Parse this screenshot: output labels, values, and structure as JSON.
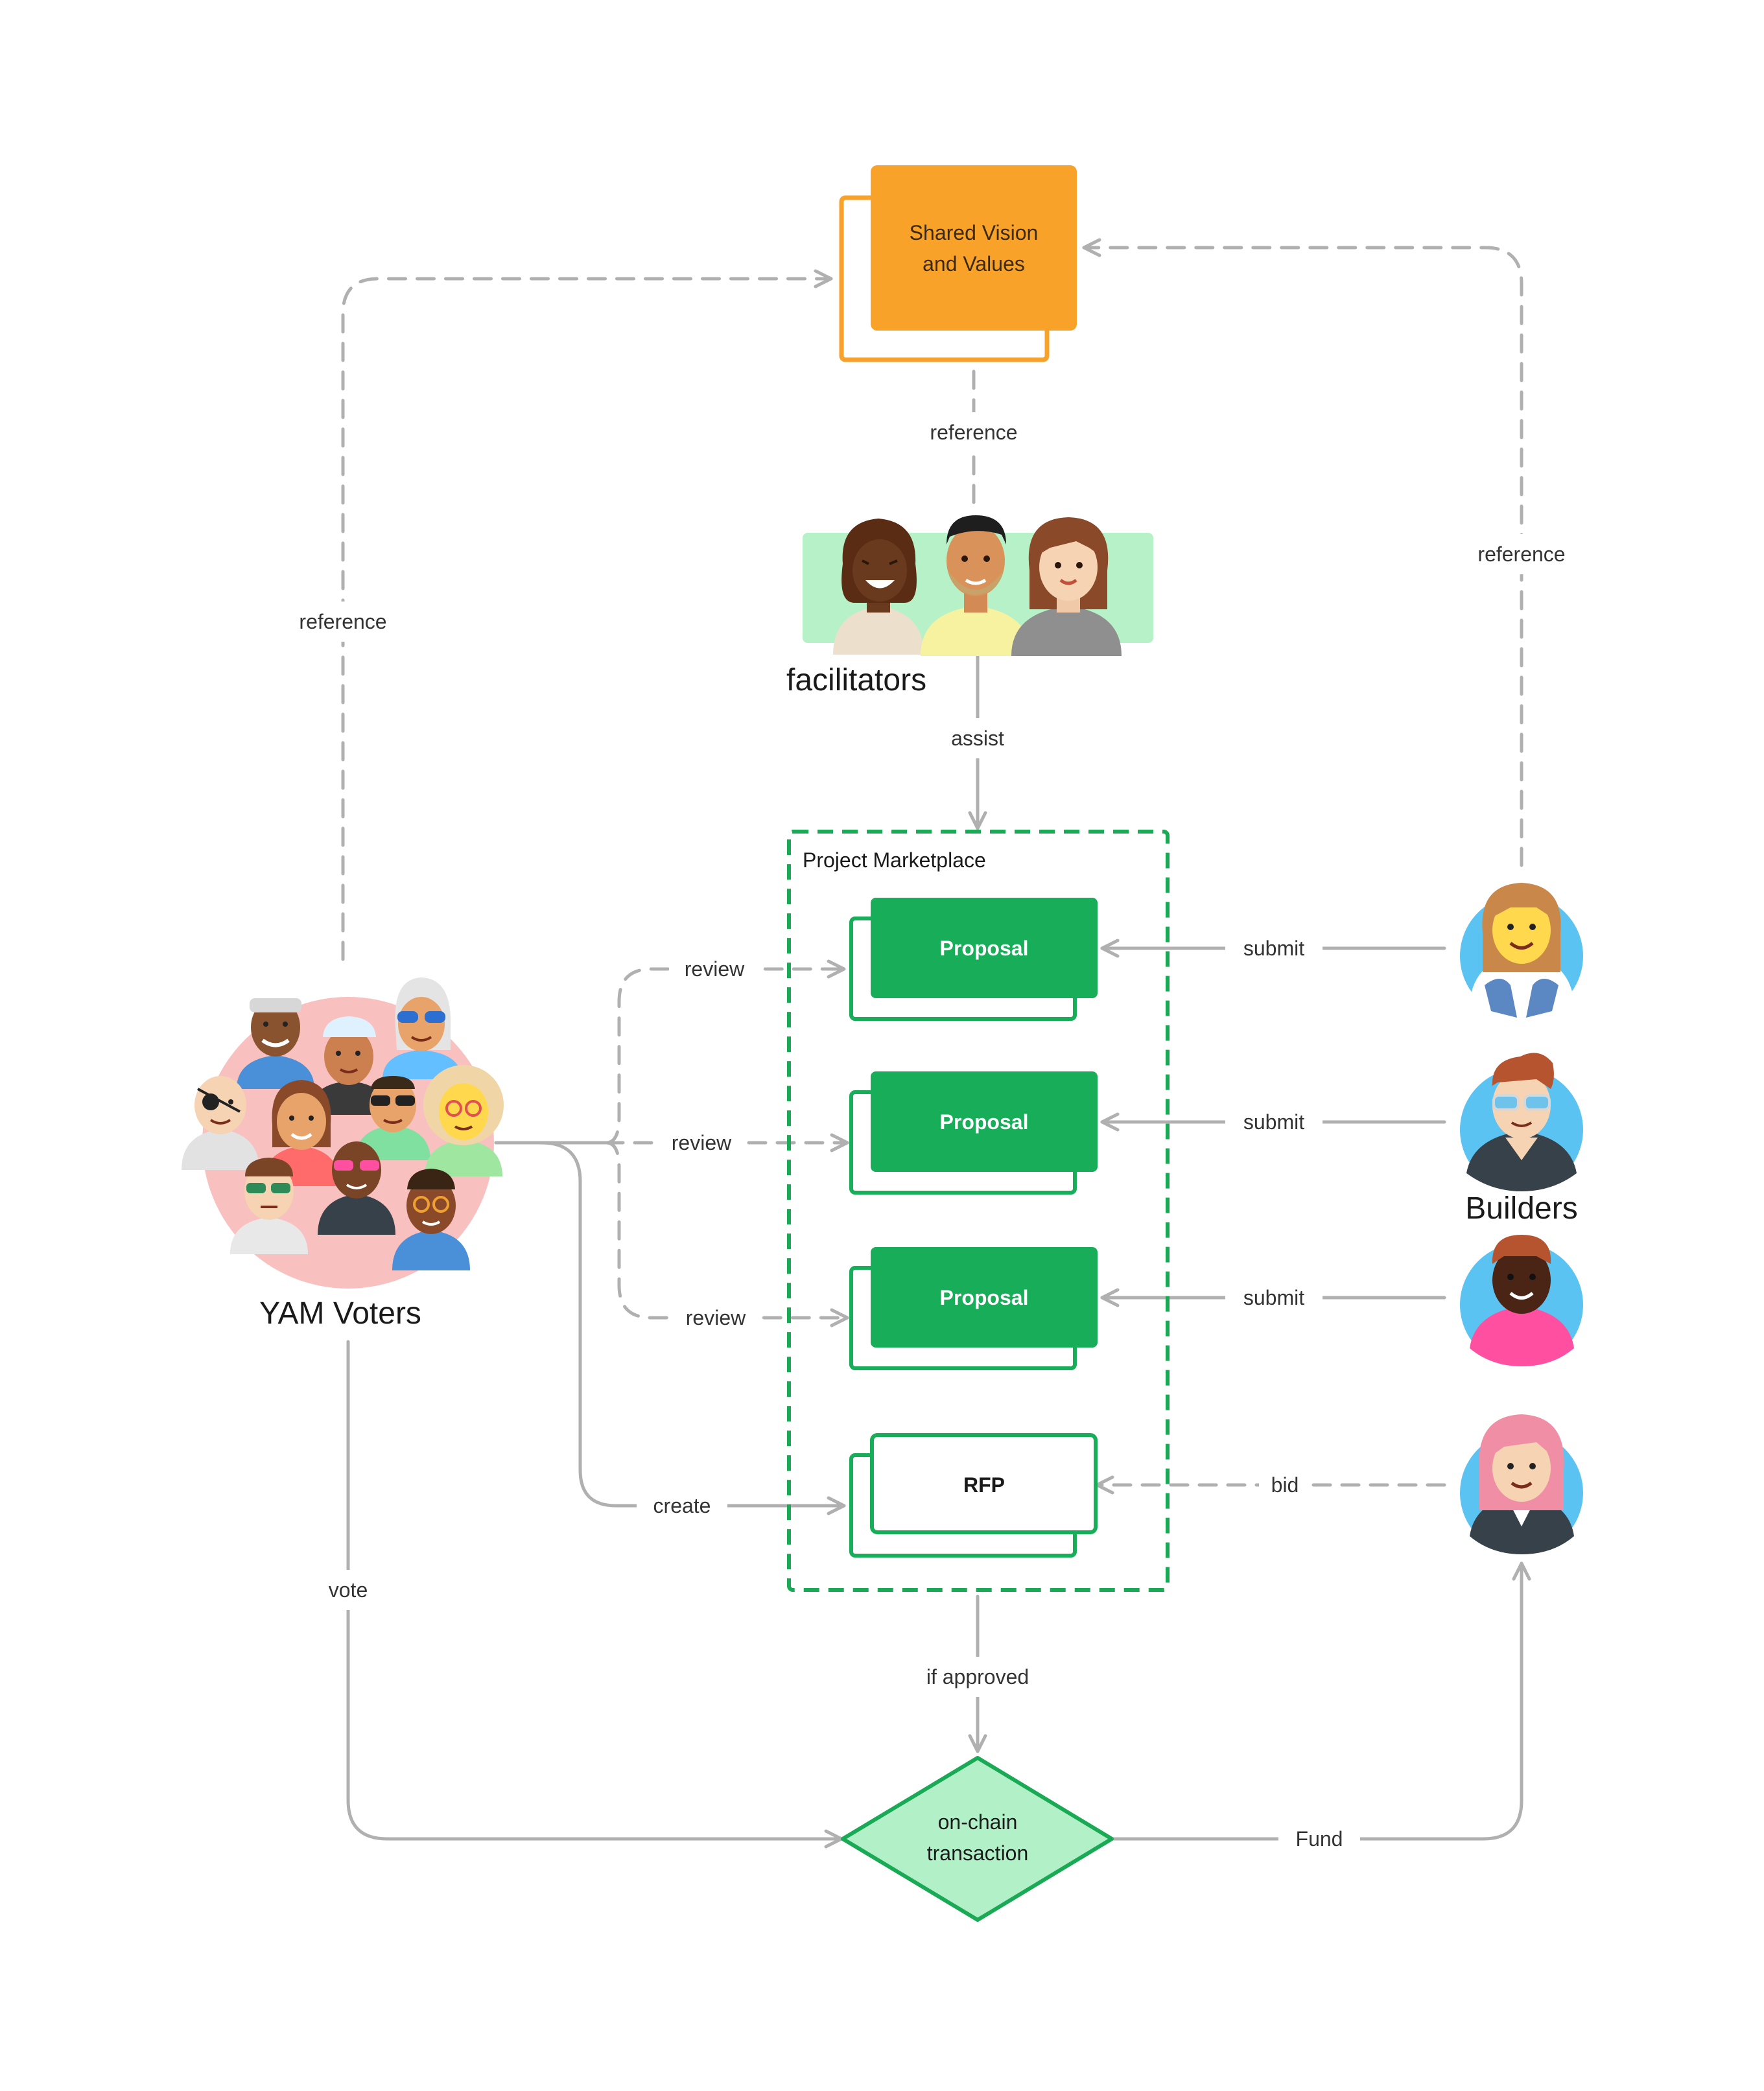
{
  "colors": {
    "connector": "#b0b0b0",
    "label_text": "#333333",
    "vision_fill": "#f8a22a",
    "vision_border": "#f8a22a",
    "marketplace_border": "#1aaa55",
    "proposal_fill": "#18ad58",
    "proposal_text": "#ffffff",
    "rfp_fill": "#ffffff",
    "rfp_border": "#18ad58",
    "diamond_fill": "#b2f0c8",
    "diamond_border": "#1aaa55",
    "facilitators_bg": "#b7f1c8",
    "voters_bg": "#f9c0c0",
    "builder_bg": "#5bc3f2",
    "skin_light": "#f6d3b3",
    "skin_tan": "#e8a36a",
    "skin_dark": "#7a4426"
  },
  "shared_vision": {
    "line1": "Shared Vision",
    "line2": "and Values"
  },
  "facilitators": {
    "label": "facilitators",
    "icon": "facilitators-group-icon"
  },
  "marketplace": {
    "title": "Project Marketplace",
    "proposals": [
      {
        "label": "Proposal"
      },
      {
        "label": "Proposal"
      },
      {
        "label": "Proposal"
      }
    ],
    "rfp": {
      "label": "RFP"
    }
  },
  "voters": {
    "label": "YAM Voters",
    "icon": "voters-crowd-icon"
  },
  "builders": {
    "label": "Builders",
    "icons": [
      "builder-avatar-icon",
      "builder-avatar-icon",
      "builder-avatar-icon",
      "builder-avatar-icon"
    ]
  },
  "transaction": {
    "line1": "on-chain",
    "line2": "transaction"
  },
  "edges": {
    "reference_facilitators": "reference",
    "reference_voters": "reference",
    "reference_builders": "reference",
    "assist": "assist",
    "review_1": "review",
    "review_2": "review",
    "review_3": "review",
    "create": "create",
    "submit_1": "submit",
    "submit_2": "submit",
    "submit_3": "submit",
    "bid": "bid",
    "if_approved": "if approved",
    "vote": "vote",
    "fund": "Fund"
  }
}
